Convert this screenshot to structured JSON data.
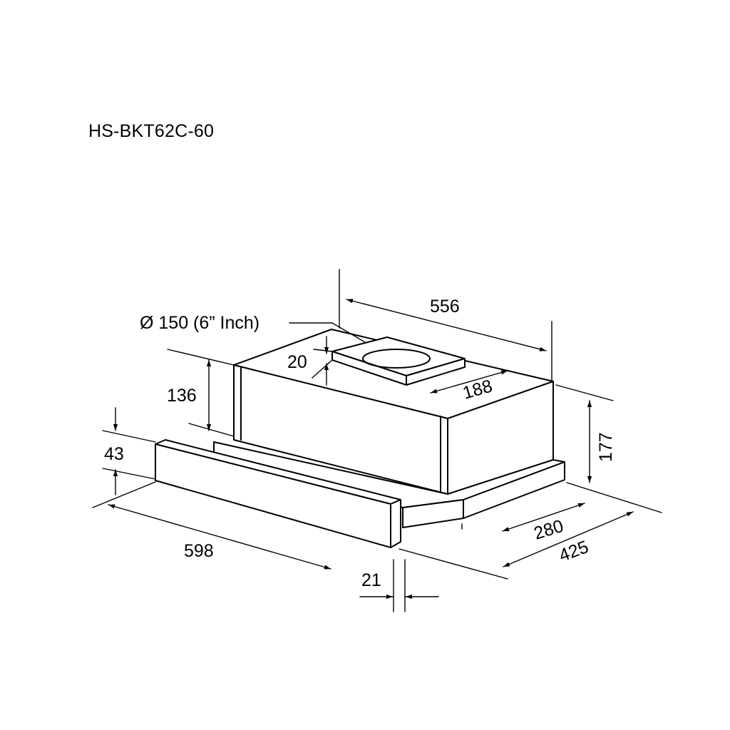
{
  "model": "HS-BKT62C-60",
  "dimensions": {
    "duct_diameter": "Ø 150 (6” Inch)",
    "body_width": "556",
    "collar_height": "20",
    "collar_depth": "188",
    "body_height": "136",
    "total_height": "177",
    "front_panel_height": "43",
    "total_width": "598",
    "body_depth": "280",
    "total_depth": "425",
    "panel_thickness": "21"
  }
}
